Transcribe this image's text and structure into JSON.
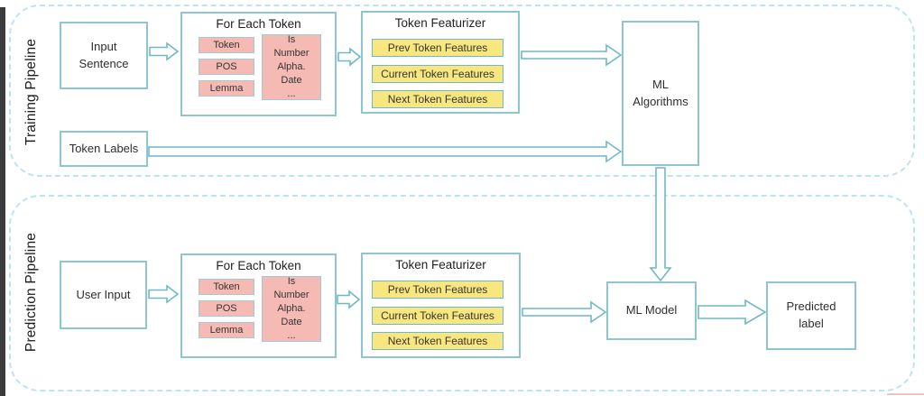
{
  "colors": {
    "box_border": "#8cc6d0",
    "container_dash": "#b9e5ed",
    "pink_fill": "#f6bab4",
    "yellow_fill": "#f8e67e",
    "arrow_stroke": "#6fb9c6",
    "window_bar": "#3b3b3d",
    "red_accent": "#f2c3bb",
    "text": "#262626"
  },
  "training": {
    "label": "Training Pipeline",
    "input_sentence": "Input\nSentence",
    "token_labels": "Token Labels",
    "for_each_token": {
      "title": "For Each Token",
      "items": [
        "Token",
        "POS",
        "Lemma"
      ],
      "side_box": "Is\nNumber\nAlpha.\nDate\n..."
    },
    "token_featurizer": {
      "title": "Token Featurizer",
      "items": [
        "Prev Token Features",
        "Current Token Features",
        "Next Token Features"
      ]
    },
    "ml": "ML\nAlgorithms"
  },
  "prediction": {
    "label": "Prediction Pipeline",
    "user_input": "User Input",
    "for_each_token": {
      "title": "For Each Token",
      "items": [
        "Token",
        "POS",
        "Lemma"
      ],
      "side_box": "Is\nNumber\nAlpha.\nDate\n..."
    },
    "token_featurizer": {
      "title": "Token Featurizer",
      "items": [
        "Prev Token Features",
        "Current Token Features",
        "Next Token Features"
      ]
    },
    "ml": "ML Model",
    "output": "Predicted\nlabel"
  }
}
